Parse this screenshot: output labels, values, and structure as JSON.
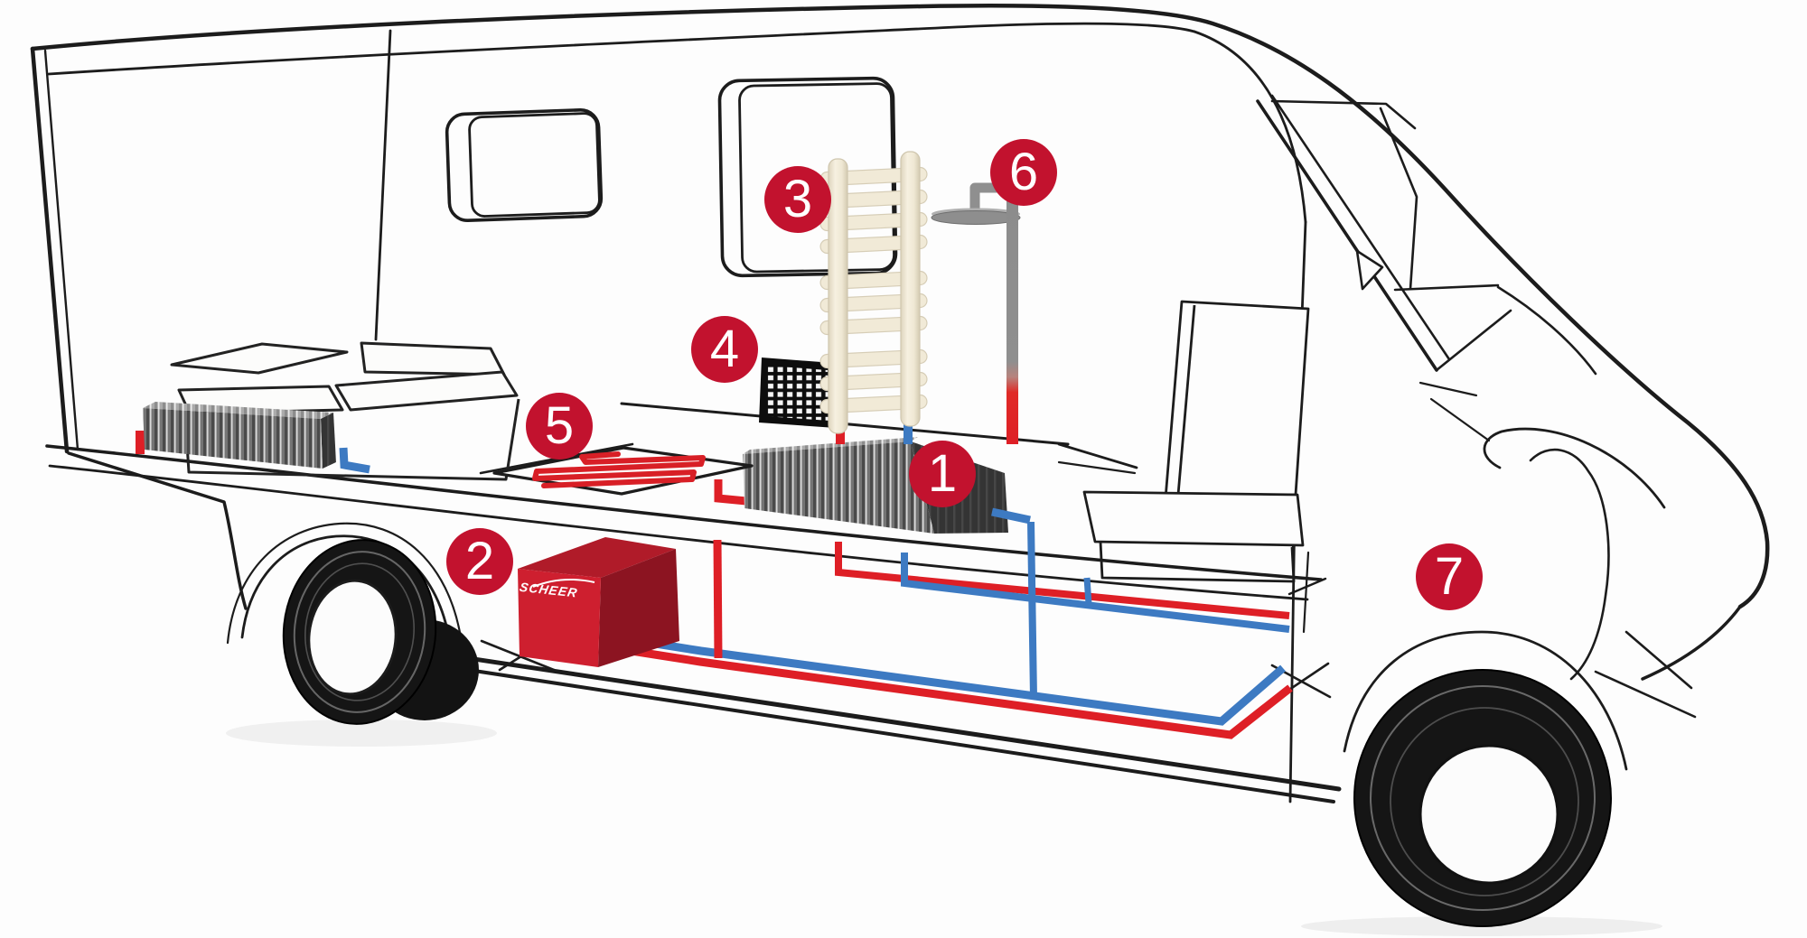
{
  "diagram": {
    "brand_label": "SCHEER",
    "markers": [
      {
        "label": "1",
        "component": "double-floor-radiator"
      },
      {
        "label": "2",
        "component": "heater-unit"
      },
      {
        "label": "3",
        "component": "towel-radiator"
      },
      {
        "label": "4",
        "component": "warm-air-grille"
      },
      {
        "label": "5",
        "component": "underfloor-heating-loop"
      },
      {
        "label": "6",
        "component": "shower"
      },
      {
        "label": "7",
        "component": "cab-front-zone"
      }
    ],
    "colors": {
      "marker_red": "#c2122e",
      "hot_pipe": "#de1f26",
      "cold_pipe": "#3d7ac2",
      "heater_front": "#ce1f2f",
      "heater_top": "#b01b29",
      "heater_side": "#8c1421",
      "towel_rail_cream": "#f1ead7",
      "line_ink": "#1c1c1c"
    }
  }
}
